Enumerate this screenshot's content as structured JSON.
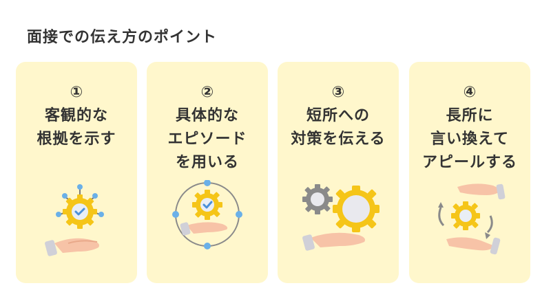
{
  "title": "面接での伝え方のポイント",
  "cards": [
    {
      "number": "①",
      "lines": [
        "客観的な",
        "根拠を示す"
      ],
      "icon": "gear-network-hand-icon"
    },
    {
      "number": "②",
      "lines": [
        "具体的な",
        "エピソード",
        "を用いる"
      ],
      "icon": "gear-cycle-hand-icon"
    },
    {
      "number": "③",
      "lines": [
        "短所への",
        "対策を伝える"
      ],
      "icon": "gears-hand-icon"
    },
    {
      "number": "④",
      "lines": [
        "長所に",
        "言い換えて",
        "アピールする"
      ],
      "icon": "exchange-gear-hands-icon"
    }
  ],
  "colors": {
    "card_bg": "#fff7cc",
    "gear": "#f5c518",
    "check": "#4a90d9",
    "dot": "#6ab0e8",
    "hand": "#f7c3a7",
    "cuff": "#d0d0d8",
    "gray_gear": "#8a8a8a",
    "text": "#333333"
  }
}
